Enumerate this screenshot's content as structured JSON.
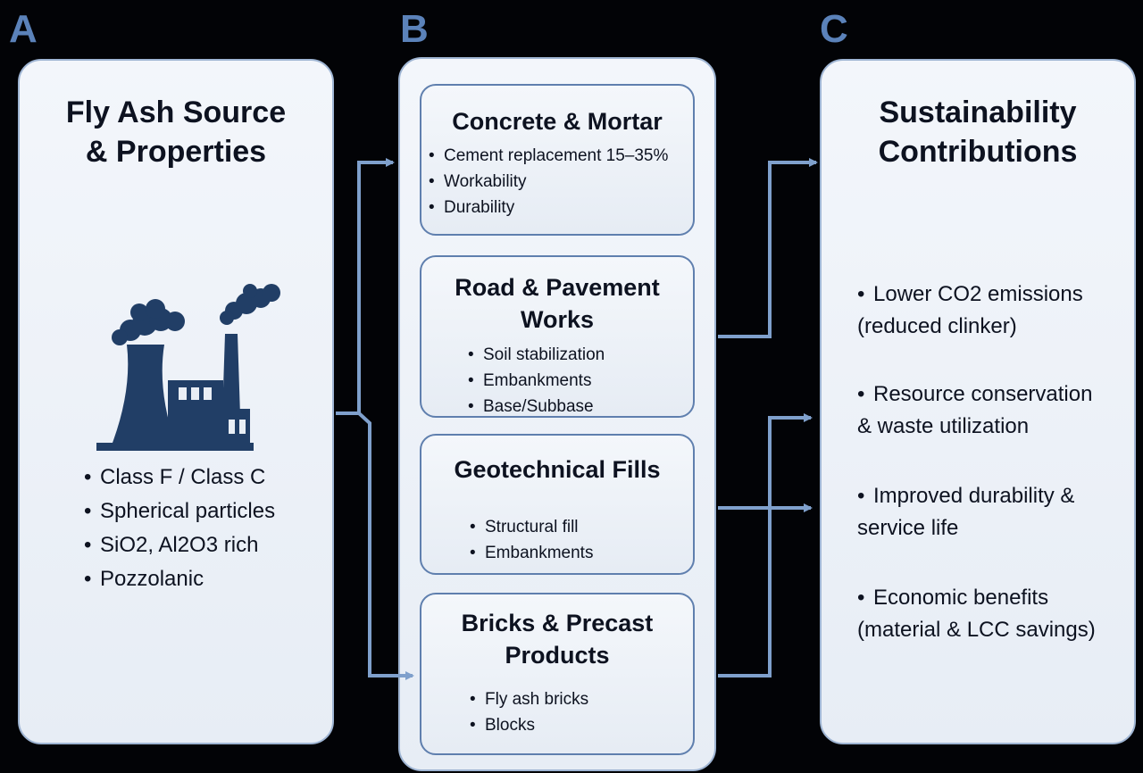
{
  "labels": {
    "a": "A",
    "b": "B",
    "c": "C"
  },
  "source_panel": {
    "title": "Fly Ash Source\n& Properties",
    "icon": "power-plant-icon",
    "bullets": [
      "Class F / Class C",
      "Spherical particles",
      "SiO2, Al2O3 rich",
      "Pozzolanic"
    ]
  },
  "applications": [
    {
      "title": "Concrete & Mortar",
      "bullets": [
        "Cement replacement 15–35%",
        "Workability",
        "Durability"
      ]
    },
    {
      "title": "Road & Pavement\nWorks",
      "bullets": [
        "Soil stabilization",
        "Embankments",
        "Base/Subbase"
      ]
    },
    {
      "title": "Geotechnical Fills",
      "bullets": [
        "Structural fill",
        "Embankments"
      ]
    },
    {
      "title": "Bricks & Precast\nProducts",
      "bullets": [
        "Fly ash bricks",
        "Blocks"
      ]
    }
  ],
  "sustainability_panel": {
    "title": "Sustainability\nContributions",
    "bullets": [
      "Lower CO2 emissions\n   (reduced clinker)",
      "Resource conservation\n   & waste utilization",
      "Improved durability &\n   service life",
      "Economic benefits\n   (material & LCC savings)"
    ]
  },
  "colors": {
    "background": "#020306",
    "accent": "#5b82b9",
    "connector": "#7fa0cc",
    "panel": "#eef2f8"
  }
}
